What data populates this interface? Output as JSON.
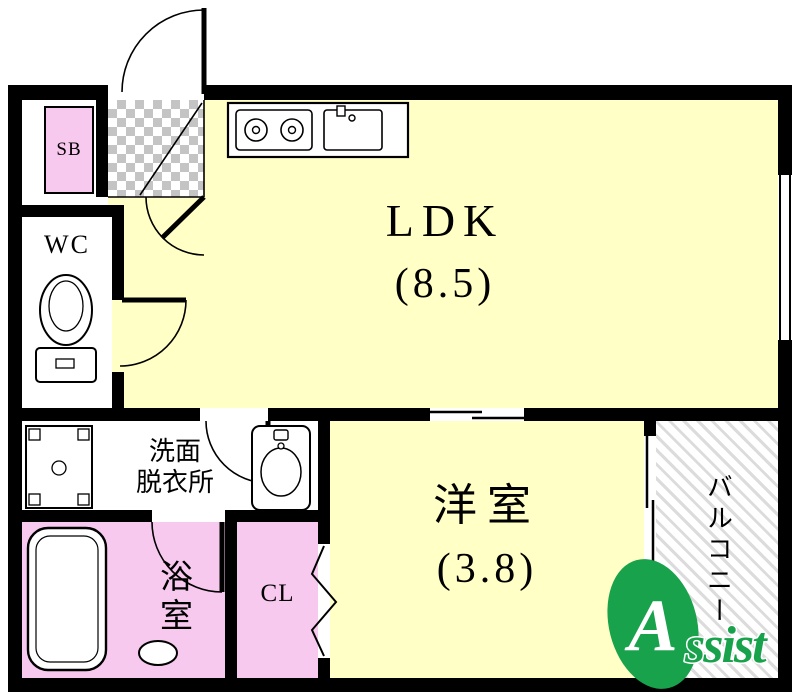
{
  "rooms": {
    "ldk": {
      "name": "LDK",
      "size": "(8.5)"
    },
    "western": {
      "name": "洋室",
      "size": "(3.8)"
    },
    "wc": {
      "label": "WC"
    },
    "sb": {
      "label": "SB"
    },
    "washroom": {
      "line1": "洗面",
      "line2": "脱衣所"
    },
    "bath": {
      "label": "浴室"
    },
    "closet": {
      "label": "CL"
    },
    "balcony": {
      "label": "バルコニー"
    }
  },
  "logo": {
    "mark": "A",
    "text": "ssist",
    "full": "Assist",
    "color": "#18A24B"
  },
  "colors": {
    "room_yellow": "#FFFFC6",
    "room_pink": "#F7C9EE",
    "wall": "#000000",
    "tile_gray": "#C4C4C4"
  }
}
